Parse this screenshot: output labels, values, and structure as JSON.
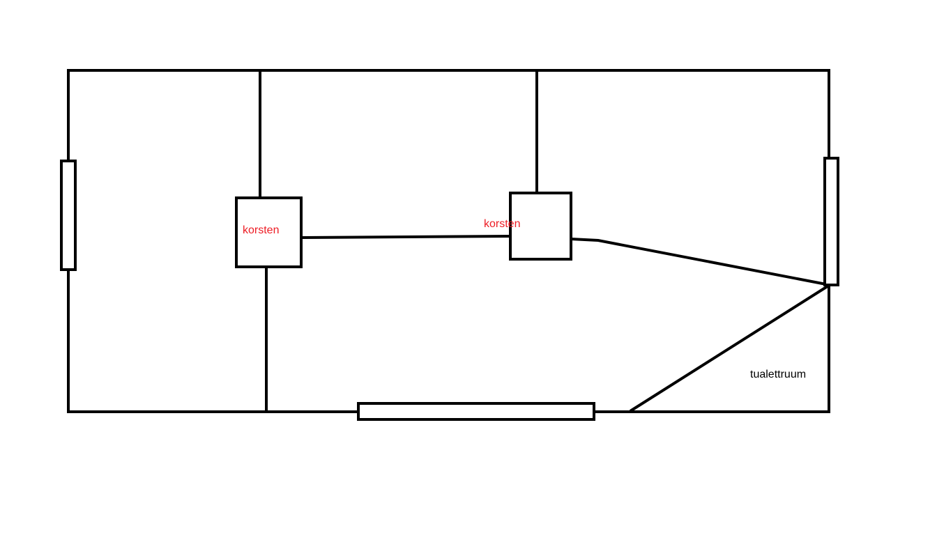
{
  "diagram": {
    "type": "floor-plan-sketch",
    "background": "#ffffff",
    "wall_color": "#000000",
    "labels": {
      "korsten_left": {
        "text": "korsten",
        "color": "#ed1c24"
      },
      "korsten_right": {
        "text": "korsten",
        "color": "#ed1c24"
      },
      "tualettruum": {
        "text": "tualettruum",
        "color": "#000000"
      }
    }
  }
}
